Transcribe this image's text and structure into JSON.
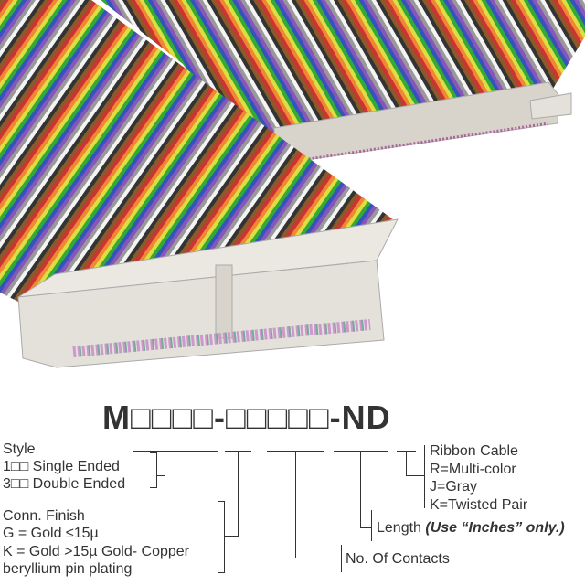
{
  "part_number": "M□□□□-□□□□□-ND",
  "style": {
    "title": "Style",
    "items": [
      "1□□ Single Ended",
      "3□□ Double Ended"
    ]
  },
  "finish": {
    "title": "Conn. Finish",
    "items": [
      "G = Gold ≤15µ",
      "K = Gold >15µ Gold- Copper",
      "beryllium pin plating"
    ]
  },
  "contacts": "No. Of Contacts",
  "length": {
    "label": "Length",
    "note": "(Use “Inches” only.)"
  },
  "ribbon": {
    "title": "Ribbon Cable",
    "items": [
      "R=Multi-color",
      "J=Gray",
      "K=Twisted Pair"
    ]
  },
  "colors": {
    "text": "#333333",
    "connector": "#e4e1da",
    "cable_stripes": [
      "#8b5a2b",
      "#d22",
      "#f80",
      "#ee2",
      "#2a2",
      "#23c",
      "#84c",
      "#999",
      "#fff",
      "#222"
    ]
  }
}
